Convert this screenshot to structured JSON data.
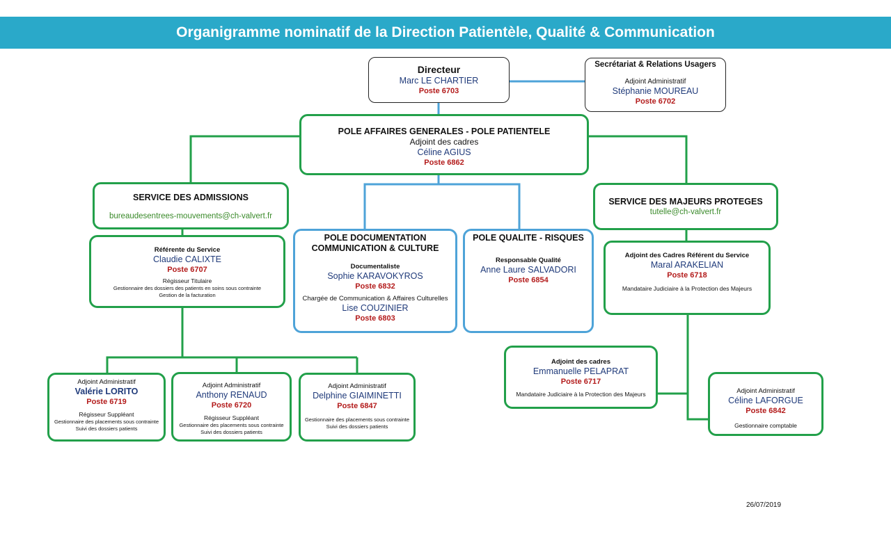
{
  "title": "Organigramme nominatif de la Direction Patientèle, Qualité & Communication",
  "colors": {
    "banner": "#2aa9c9",
    "green": "#22a04a",
    "blue": "#4ea3d8",
    "name": "#1f3a7a",
    "poste": "#b31b1b",
    "mail": "#3a8a2a"
  },
  "directeur": {
    "title": "Directeur",
    "name": "Marc LE CHARTIER",
    "poste": "Poste 6703"
  },
  "secretariat": {
    "title": "Secrétariat & Relations Usagers",
    "role": "Adjoint Administratif",
    "name": "Stéphanie MOUREAU",
    "poste": "Poste 6702"
  },
  "pole_ag": {
    "title": "POLE AFFAIRES GENERALES  -  POLE PATIENTELE",
    "role": "Adjoint des cadres",
    "name": "Céline AGIUS",
    "poste": "Poste 6862"
  },
  "admissions": {
    "title": "SERVICE DES ADMISSIONS",
    "email": "bureaudesentrees-mouvements@ch-valvert.fr"
  },
  "calixte": {
    "role": "Référente du Service",
    "name": "Claudie CALIXTE",
    "poste": "Poste 6707",
    "note1": "Régisseur Titulaire",
    "note2": "Gestionnaire des dossiers des patients en soins sous contrainte",
    "note3": "Gestion de la facturation"
  },
  "pole_doc": {
    "title1": "POLE DOCUMENTATION",
    "title2": "COMMUNICATION & CULTURE",
    "role1": "Documentaliste",
    "name1": "Sophie KARAVOKYROS",
    "poste1": "Poste  6832",
    "role2": "Chargée de Communication & Affaires Culturelles",
    "name2": "Lise COUZINIER",
    "poste2": "Poste 6803"
  },
  "pole_qual": {
    "title": "POLE QUALITE - RISQUES",
    "role": "Responsable Qualité",
    "name": "Anne Laure SALVADORI",
    "poste": "Poste 6854"
  },
  "majeurs": {
    "title": "SERVICE DES MAJEURS PROTEGES",
    "email": "tutelle@ch-valvert.fr"
  },
  "arakelian": {
    "role": "Adjoint des Cadres Référent du Service",
    "name": "Maral ARAKELIAN",
    "poste": "Poste 6718",
    "note": "Mandataire Judiciaire à la Protection des Majeurs"
  },
  "pelaprat": {
    "role": "Adjoint des cadres",
    "name": "Emmanuelle PELAPRAT",
    "poste": "Poste 6717",
    "note": "Mandataire Judiciaire à la Protection des Majeurs"
  },
  "laforgue": {
    "role": "Adjoint Administratif",
    "name": "Céline LAFORGUE",
    "poste": "Poste 6842",
    "note": "Gestionnaire comptable"
  },
  "lorito": {
    "role": "Adjoint Administratif",
    "name": "Valérie LORITO",
    "poste": "Poste 6719",
    "note1": "Régisseur Suppléant",
    "note2": "Gestionnaire des placements sous contrainte",
    "note3": "Suivi des dossiers patients"
  },
  "renaud": {
    "role": "Adjoint Administratif",
    "name": "Anthony RENAUD",
    "poste": "Poste 6720",
    "note1": "Régisseur Suppléant",
    "note2": "Gestionnaire des placements sous contrainte",
    "note3": "Suivi des dossiers patients"
  },
  "giaiminetti": {
    "role": "Adjoint Administratif",
    "name": "Delphine GIAIMINETTI",
    "poste": "Poste 6847",
    "note1": "Gestionnaire des placements sous contrainte",
    "note2": "Suivi des dossiers patients"
  },
  "date": "26/07/2019"
}
